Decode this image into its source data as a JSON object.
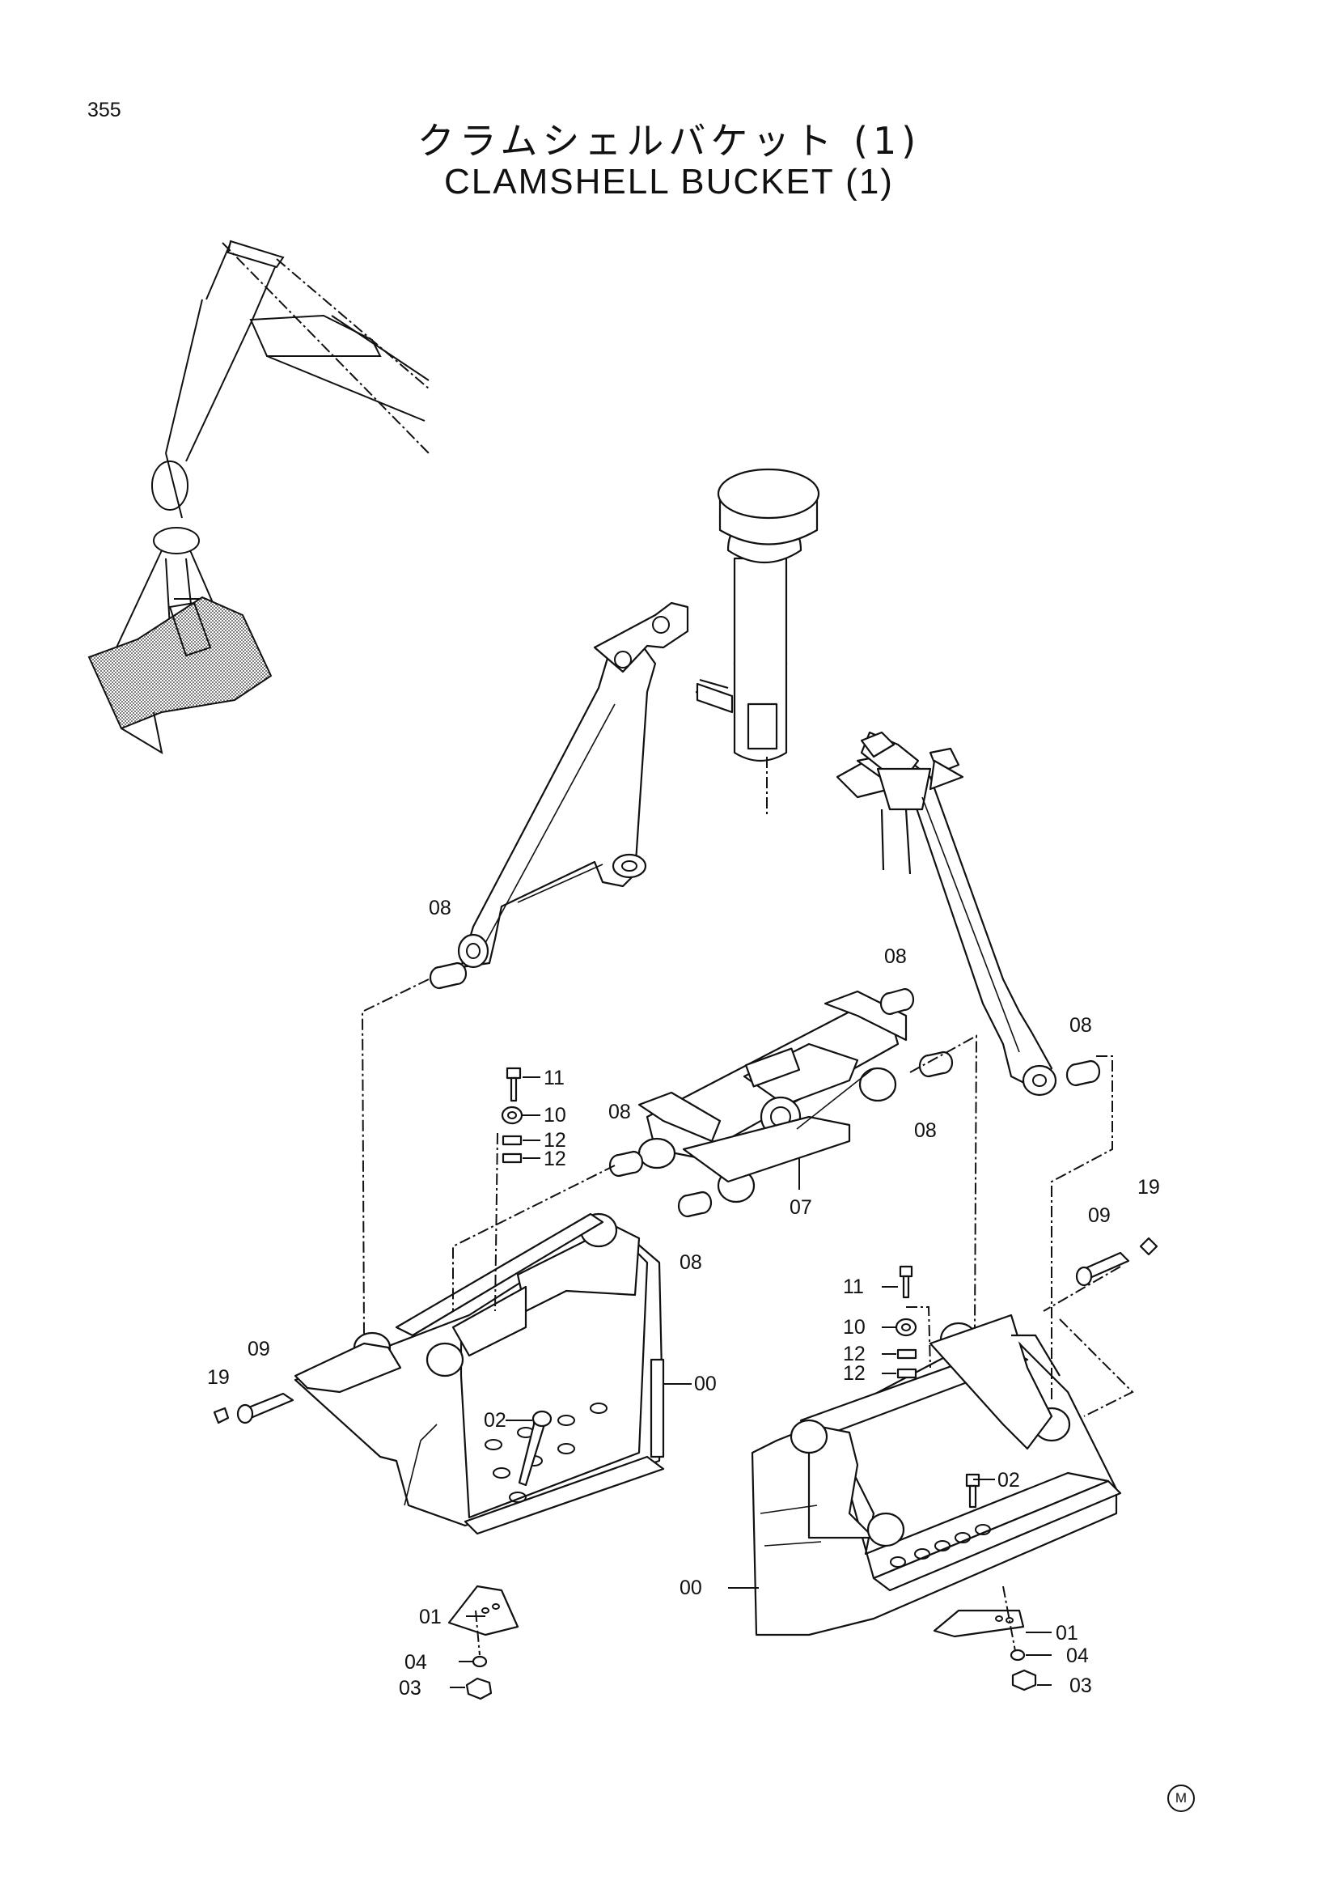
{
  "page_number": "355",
  "title_jp": "クラムシェルバケット (1)",
  "title_en": "CLAMSHELL BUCKET (1)",
  "mark": "M",
  "labels": {
    "l08a": "08",
    "l08b": "08",
    "l08c": "08",
    "l08d": "08",
    "l08e": "08",
    "l08f": "08",
    "l11a": "11",
    "l10a": "10",
    "l12a": "12",
    "l12b": "12",
    "l07": "07",
    "l09a": "09",
    "l19a": "19",
    "l09b": "09",
    "l19b": "19",
    "l00a": "00",
    "l00b": "00",
    "l02a": "02",
    "l02b": "02",
    "l11b": "11",
    "l10b": "10",
    "l12c": "12",
    "l12d": "12",
    "l01a": "01",
    "l04a": "04",
    "l03a": "03",
    "l01b": "01",
    "l04b": "04",
    "l03b": "03"
  }
}
